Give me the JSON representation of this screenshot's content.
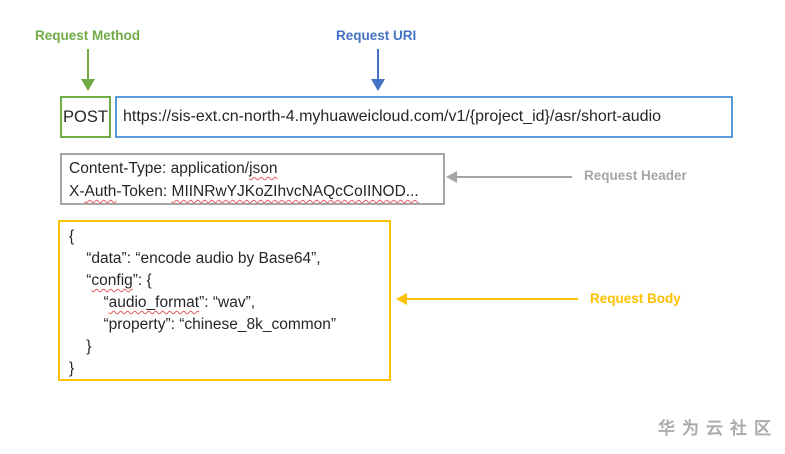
{
  "colors": {
    "method_green": "#70AD47",
    "uri_label_blue": "#4472C4",
    "uri_border_blue": "#5B9BD5",
    "header_gray": "#A6A6A6",
    "body_orange": "#FFC000",
    "squiggle_red": "#E05C5C",
    "watermark_gray": "#ABABAB"
  },
  "annotations": {
    "method_label": "Request Method",
    "uri_label": "Request URI",
    "header_label": "Request Header",
    "body_label": "Request Body"
  },
  "request": {
    "method": "POST",
    "uri": "https://sis-ext.cn-north-4.myhuaweicloud.com/v1/{project_id}/asr/short-audio",
    "header_lines": [
      [
        {
          "t": "Content-Type: application/"
        },
        {
          "t": "json",
          "sq": true
        }
      ],
      [
        {
          "t": "X-"
        },
        {
          "t": "Auth",
          "sq": true
        },
        {
          "t": "-Token: "
        },
        {
          "t": "MIINRwYJKoZIhvcNAQcCoIINOD...",
          "sq": true
        }
      ]
    ],
    "body_lines": [
      [
        {
          "t": "{"
        }
      ],
      [
        {
          "t": "    “data”: “encode audio by Base64”,"
        }
      ],
      [
        {
          "t": "    “"
        },
        {
          "t": "config",
          "sq": true
        },
        {
          "t": "”: {"
        }
      ],
      [
        {
          "t": "        “"
        },
        {
          "t": "audio_format",
          "sq": true
        },
        {
          "t": "”: “wav”,"
        }
      ],
      [
        {
          "t": "        “property”: “chinese_8k_common”"
        }
      ],
      [
        {
          "t": "    }"
        }
      ],
      [
        {
          "t": "}"
        }
      ]
    ]
  },
  "watermark": "华为云社区"
}
